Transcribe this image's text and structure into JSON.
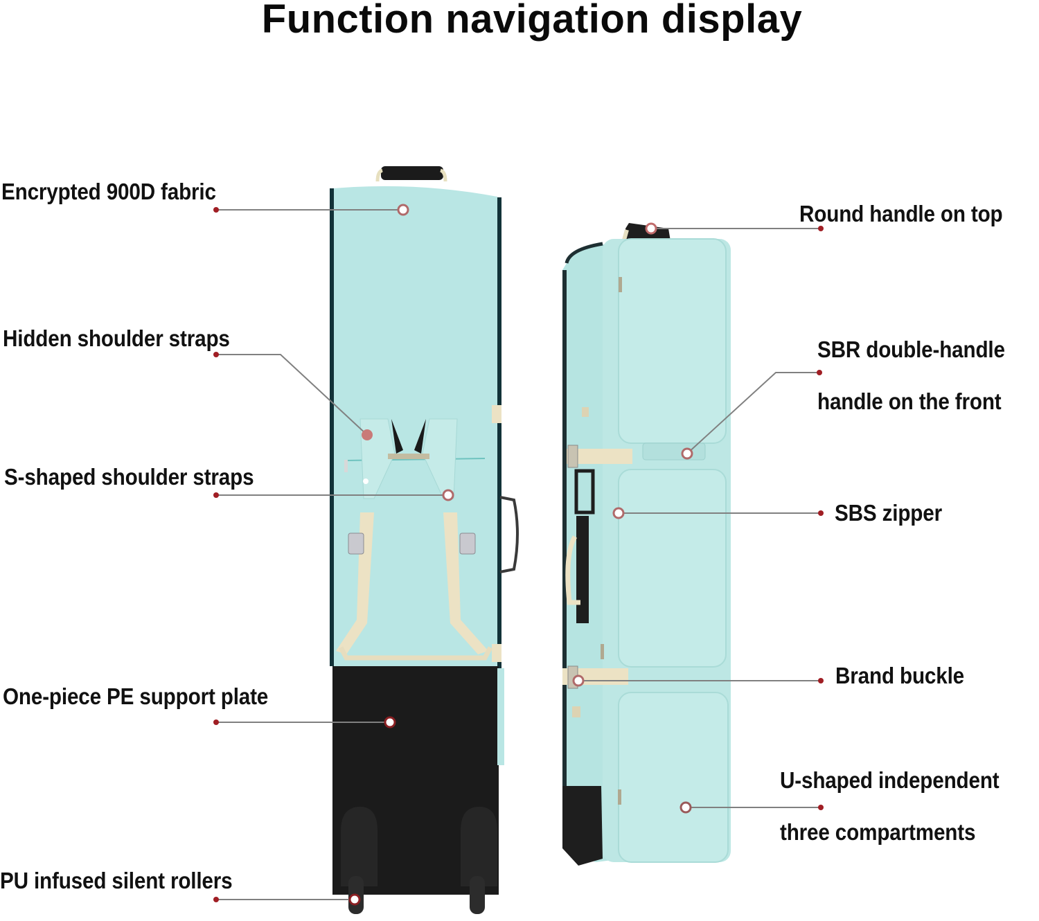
{
  "title": "Function navigation display",
  "colors": {
    "bag_teal": "#b8e6e3",
    "bag_teal_dark": "#9fd4d1",
    "bag_black": "#1b1b1b",
    "strap_beige": "#ede4c6",
    "callout_line": "#7f7f7f",
    "callout_dot": "#a01e24",
    "marker_ring": "#b06a6a"
  },
  "left_callouts": [
    {
      "label": "Encrypted 900D fabric"
    },
    {
      "label": "Hidden shoulder straps"
    },
    {
      "label": "S-shaped shoulder straps"
    },
    {
      "label": "One-piece PE support plate"
    },
    {
      "label": "PU infused silent rollers"
    }
  ],
  "right_callouts": [
    {
      "label": "Round handle on top"
    },
    {
      "label_line1": "SBR double-handle",
      "label_line2": "handle on the front"
    },
    {
      "label": "SBS zipper"
    },
    {
      "label": "Brand buckle"
    },
    {
      "label_line1": "U-shaped independent",
      "label_line2": "three compartments"
    }
  ]
}
